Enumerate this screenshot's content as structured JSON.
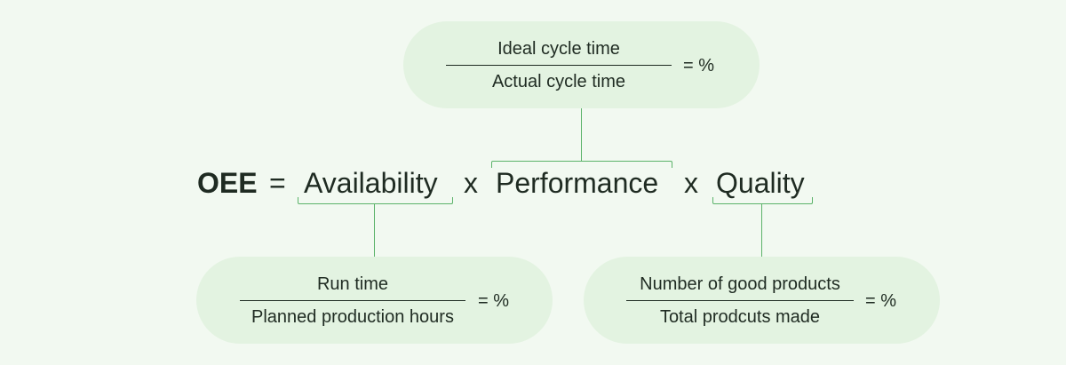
{
  "formula": {
    "lhs": "OEE",
    "equals": "=",
    "times_1": "x",
    "times_2": "x",
    "availability": "Availability",
    "performance": "Performance",
    "quality": "Quality"
  },
  "performance_box": {
    "numerator": "Ideal cycle time",
    "denominator": "Actual cycle time",
    "result": "= %"
  },
  "availability_box": {
    "numerator": "Run time",
    "denominator": "Planned production hours",
    "result": "= %"
  },
  "quality_box": {
    "numerator": "Number of good products",
    "denominator": "Total prodcuts made",
    "result": "= %"
  },
  "colors": {
    "background": "#f2f9f1",
    "pill": "#e3f3e1",
    "accent": "#5cb36a",
    "text": "#1f2b22"
  }
}
